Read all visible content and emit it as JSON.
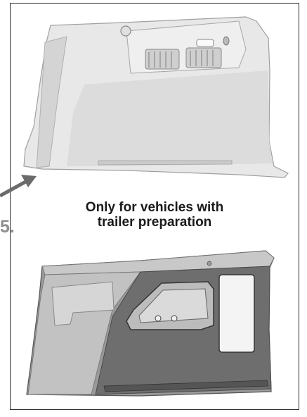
{
  "caption": {
    "line1": "Only for vehicles with",
    "line2": "trailer preparation"
  },
  "step_label": "5.",
  "colors": {
    "panel_light": "#e7e7e7",
    "panel_mid": "#d8d8d8",
    "panel_dark": "#6e6e6e",
    "arrow": "#6b6b6b",
    "border": "#2a2a2a"
  }
}
